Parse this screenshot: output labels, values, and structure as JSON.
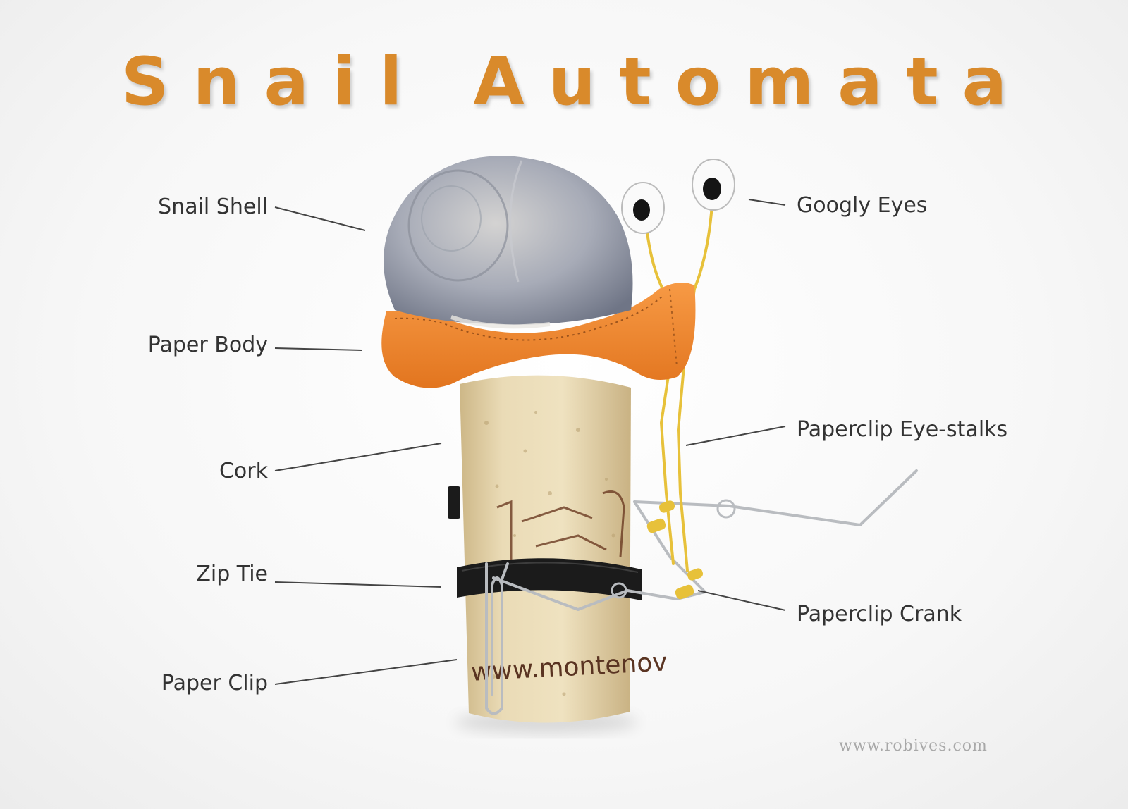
{
  "title": "Snail Automata",
  "labels": {
    "snail_shell": "Snail Shell",
    "paper_body": "Paper Body",
    "cork": "Cork",
    "zip_tie": "Zip Tie",
    "paper_clip": "Paper Clip",
    "googly_eyes": "Googly Eyes",
    "eye_stalks": "Paperclip Eye-stalks",
    "crank": "Paperclip Crank"
  },
  "cork_print": "www.montenov",
  "watermark": "www.robives.com",
  "colors": {
    "title": "#d98a2b",
    "body": "#f0852e",
    "cork": "#e9d6ae",
    "shell": "#a6aab6",
    "zip_tie": "#1b1b1b",
    "wire": "#b9bcc0",
    "yellow_wire": "#e7c13a",
    "leader_line": "#444444"
  }
}
